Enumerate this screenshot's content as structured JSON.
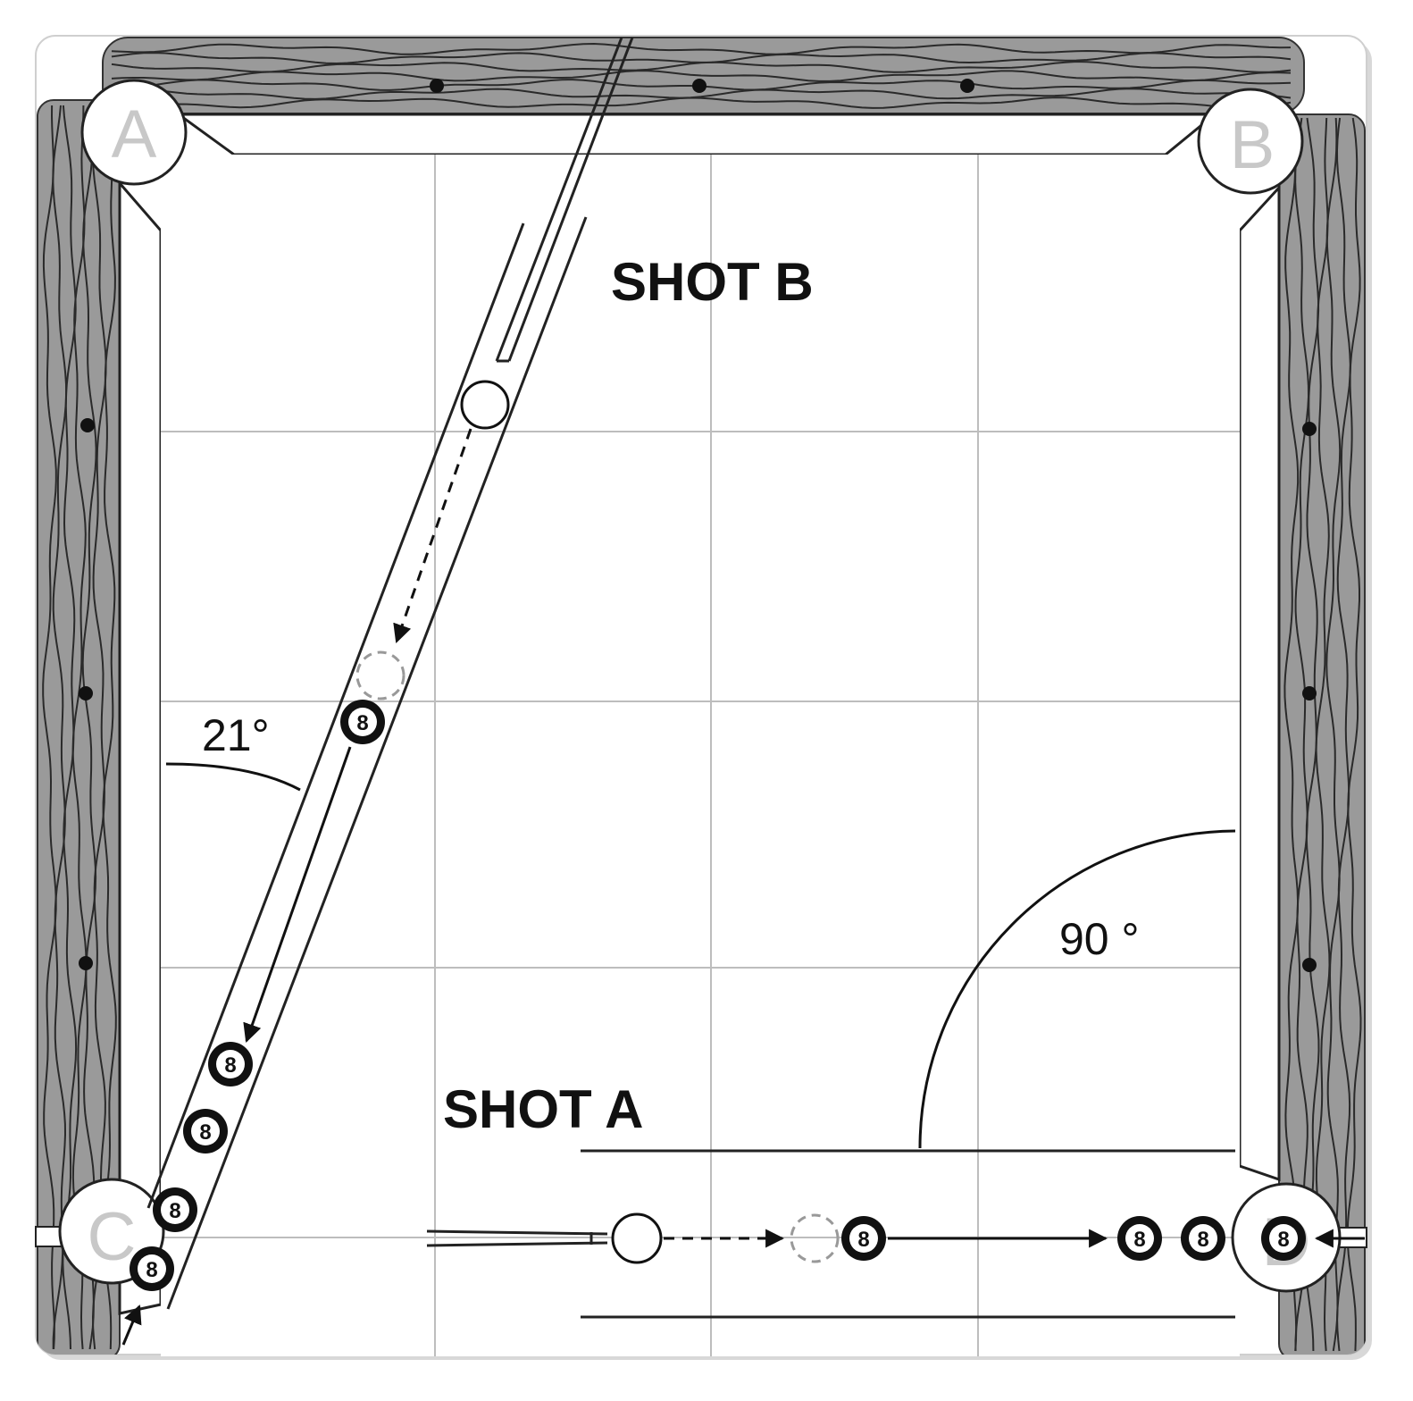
{
  "labels": {
    "shot_a": "SHOT A",
    "shot_b": "SHOT B",
    "angle_b": "21°",
    "angle_a": "90 °"
  },
  "pockets": {
    "top_left": "A",
    "top_right": "B",
    "bottom_left": "C",
    "bottom_right": "D"
  },
  "balls": {
    "eight_ball_number": "8"
  },
  "colors": {
    "rail_wood": "#9a9a9a",
    "grain_line": "#2a2a2a",
    "grid_line": "#bdbdbd",
    "ink": "#111111",
    "pocket_label": "#c8c8c8",
    "ghost_ball": "#999999"
  }
}
